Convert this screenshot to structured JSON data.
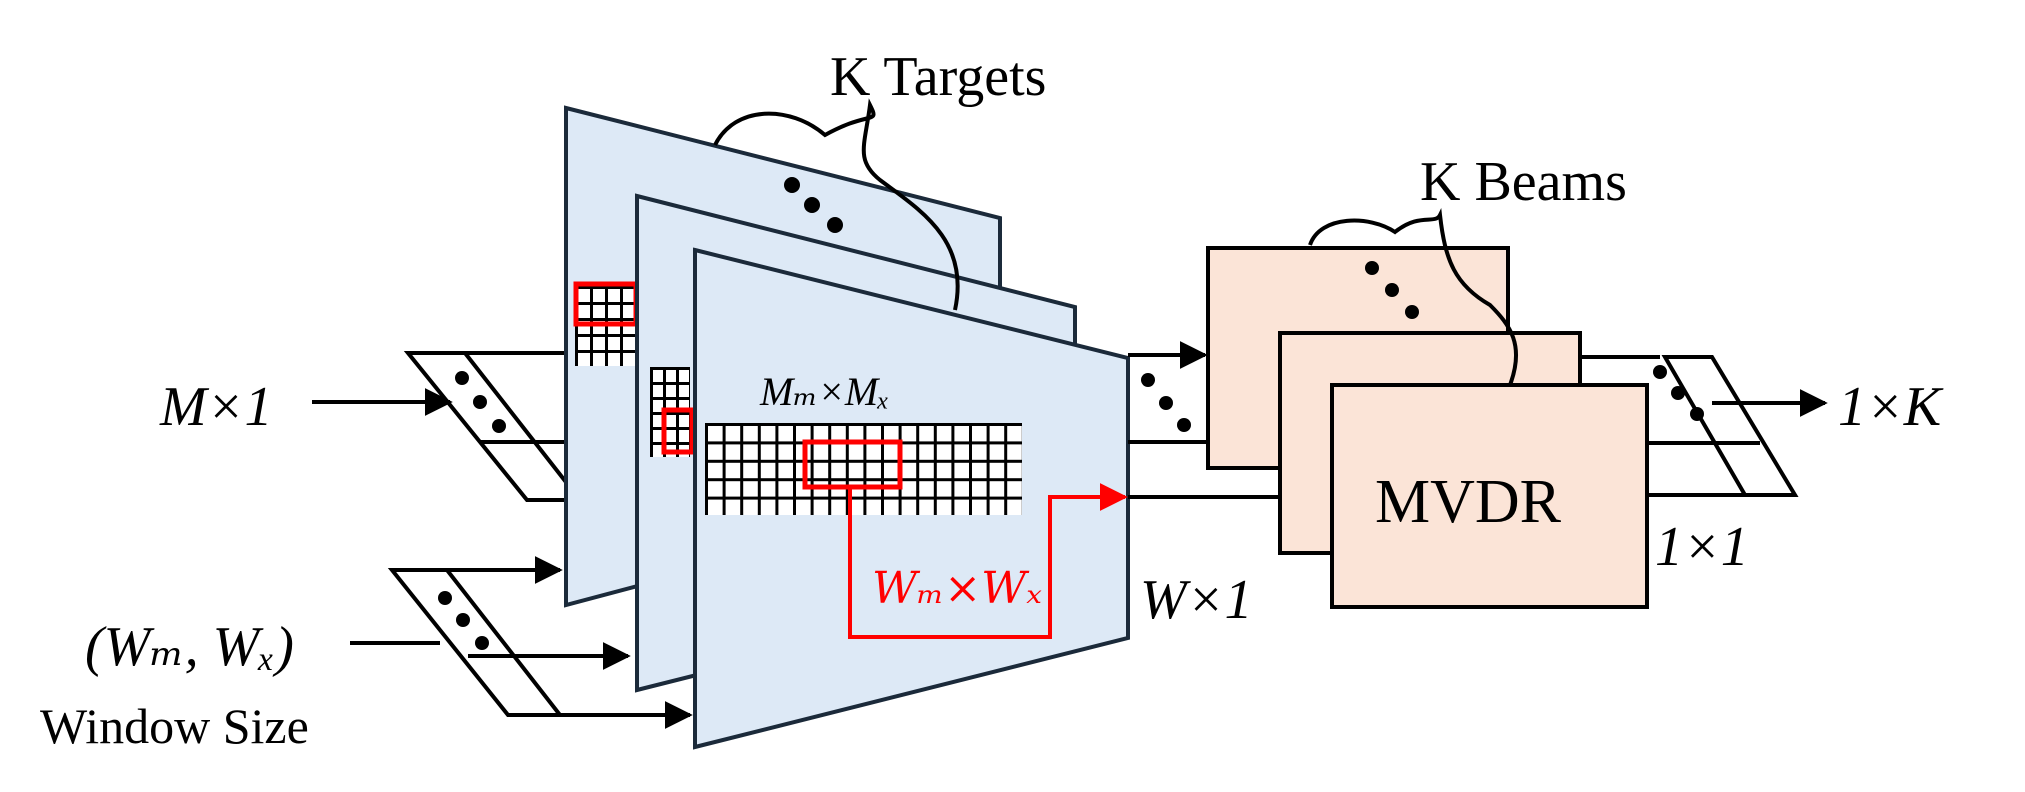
{
  "labels": {
    "k_targets": "K Targets",
    "k_beams": "K Beams",
    "input_size": "M×1",
    "window_size_math": "(Wₘ, Wₓ)",
    "window_size_text": "Window Size",
    "array_size": "Mₘ×Mₓ",
    "subarray_size": "Wₘ×Wₓ",
    "weight_size": "W×1",
    "mvdr": "MVDR",
    "beam_output": "1×1",
    "output_size": "1×K"
  },
  "colors": {
    "panel_fill": "#dde9f6",
    "panel_stroke": "#1b2a3a",
    "beam_fill": "#fbe4d7",
    "highlight": "#ff0000",
    "grid_cell": "#000000"
  }
}
